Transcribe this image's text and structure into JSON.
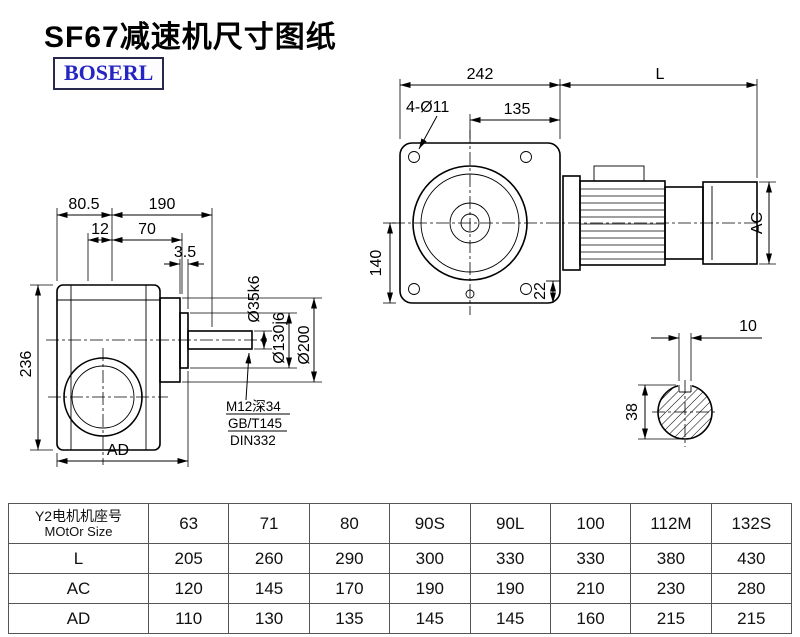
{
  "page": {
    "title": "SF67减速机尺寸图纸",
    "logo": "BOSERL"
  },
  "side_view": {
    "dim_80_5": "80.5",
    "dim_190": "190",
    "dim_12": "12",
    "dim_70": "70",
    "dim_3_5": "3.5",
    "dim_236": "236",
    "dim_ad": "AD",
    "dia_shaft": "Ø35k6",
    "dia_spigot": "Ø130j6",
    "dia_flange": "Ø200",
    "note_tap": "M12深34",
    "note_gb": "GB/T145",
    "note_din": "DIN332"
  },
  "front_view": {
    "dim_242": "242",
    "dim_l": "L",
    "dim_holes": "4-Ø11",
    "dim_135": "135",
    "dim_140": "140",
    "dim_22": "22",
    "dim_ac": "AC"
  },
  "shaft_view": {
    "dim_10": "10",
    "dim_38": "38"
  },
  "table": {
    "header": {
      "label_line1": "Y2电机机座号",
      "label_line2": "MOtOr Size",
      "sizes": [
        "63",
        "71",
        "80",
        "90S",
        "90L",
        "100",
        "112M",
        "132S"
      ]
    },
    "rows": [
      {
        "label": "L",
        "values": [
          "205",
          "260",
          "290",
          "300",
          "330",
          "330",
          "380",
          "430"
        ]
      },
      {
        "label": "AC",
        "values": [
          "120",
          "145",
          "170",
          "190",
          "190",
          "210",
          "230",
          "280"
        ]
      },
      {
        "label": "AD",
        "values": [
          "110",
          "130",
          "135",
          "145",
          "145",
          "160",
          "215",
          "215"
        ]
      }
    ]
  }
}
